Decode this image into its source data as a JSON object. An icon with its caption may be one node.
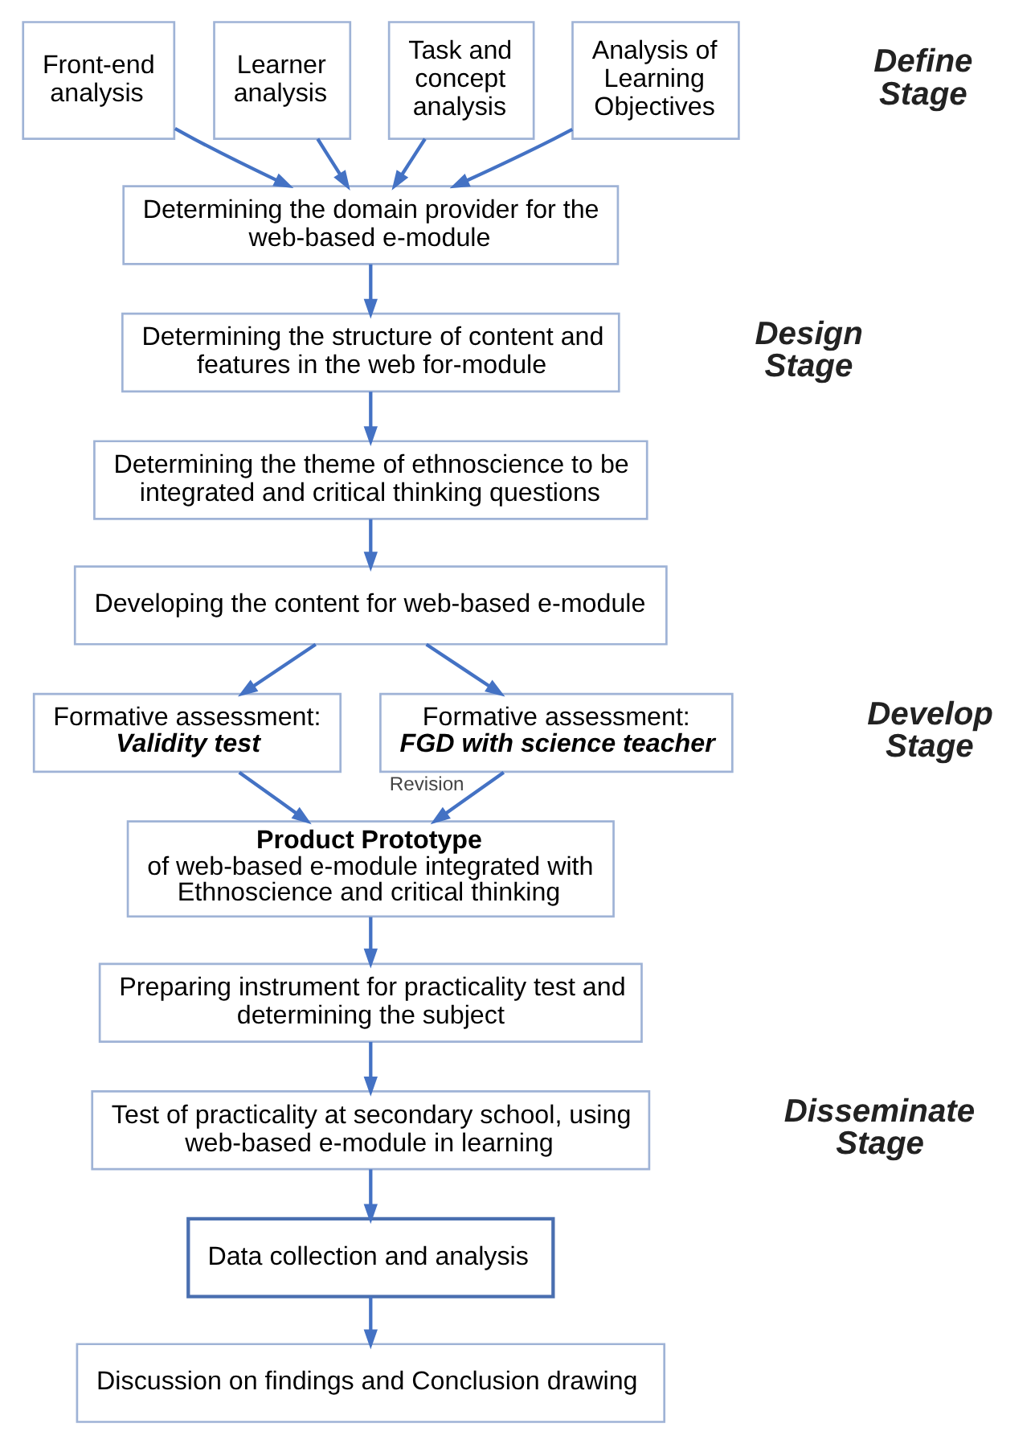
{
  "diagram": {
    "nodes": [
      {
        "text": [
          "Front-end analysis"
        ]
      },
      {
        "text": [
          "Learner analysis"
        ]
      },
      {
        "text": [
          "Task and concept analysis"
        ]
      },
      {
        "text": [
          "Analysis of Learning Objectives"
        ]
      },
      {
        "text": [
          "Determining the domain provider for the web-based e-module"
        ]
      },
      {
        "text": [
          "Determining the structure of content and features in the web for-module"
        ]
      },
      {
        "text": [
          "Determining the theme of ethnoscience to be integrated and critical thinking questions"
        ]
      },
      {
        "text": [
          "Developing the content for web-based e-module"
        ]
      },
      {
        "text": [
          "Formative assessment:",
          "Validity test"
        ]
      },
      {
        "text": [
          "Formative assessment:",
          "FGD with science teacher"
        ]
      },
      {
        "text": [
          "Product Prototype",
          "of web-based e-module integrated with Ethnoscience and critical thinking"
        ]
      },
      {
        "text": [
          "Preparing instrument for practicality test and determining the subject"
        ]
      },
      {
        "text": [
          "Test of practicality at secondary school, using web-based e-module in learning"
        ]
      },
      {
        "text": [
          "Data collection and analysis"
        ]
      },
      {
        "text": [
          "Discussion on findings and Conclusion drawing"
        ]
      }
    ],
    "edges": [
      {
        "from": 0,
        "to": 4,
        "arrow": "to"
      },
      {
        "from": 1,
        "to": 4,
        "arrow": "to"
      },
      {
        "from": 2,
        "to": 4,
        "arrow": "to"
      },
      {
        "from": 3,
        "to": 4,
        "arrow": "to"
      },
      {
        "from": 4,
        "to": 5,
        "arrow": "to"
      },
      {
        "from": 5,
        "to": 6,
        "arrow": "to"
      },
      {
        "from": 6,
        "to": 7,
        "arrow": "to"
      },
      {
        "from": 7,
        "to": 8,
        "arrow": "to"
      },
      {
        "from": 7,
        "to": 9,
        "arrow": "to"
      },
      {
        "from": 8,
        "to": 10,
        "arrow": "to"
      },
      {
        "from": 9,
        "to": 10,
        "arrow": "to",
        "label": "Revision"
      },
      {
        "from": 10,
        "to": 11,
        "arrow": "to"
      },
      {
        "from": 11,
        "to": 12,
        "arrow": "to"
      },
      {
        "from": 12,
        "to": 13,
        "arrow": "to"
      },
      {
        "from": 13,
        "to": 14,
        "arrow": "to"
      }
    ],
    "labels": [
      "Define Stage",
      "Design Stage",
      "Develop Stage",
      "Disseminate Stage"
    ]
  }
}
